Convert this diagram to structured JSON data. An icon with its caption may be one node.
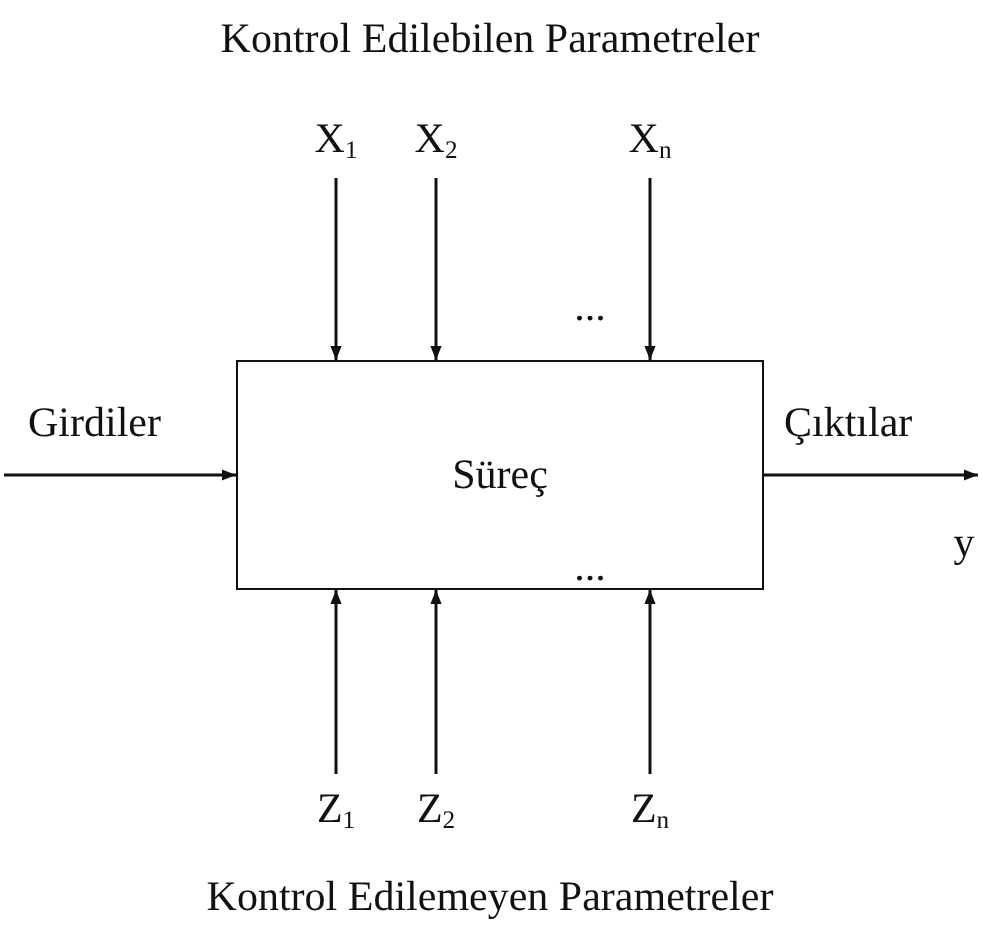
{
  "diagram": {
    "title": "Kontrol Edilebilen Parametreler",
    "caption": "Kontrol Edilemeyen Parametreler",
    "nodes": [
      {
        "text": [
          "X$_{1}$"
        ]
      },
      {
        "text": [
          "X$_{2}$"
        ]
      },
      {
        "text": [
          "X$_{n}$"
        ]
      },
      {
        "text": [
          "Süreç"
        ]
      },
      {
        "text": [
          "Z$_{1}$"
        ]
      },
      {
        "text": [
          "Z$_{2}$"
        ]
      },
      {
        "text": [
          "Z$_{n}$"
        ]
      }
    ],
    "edges": [
      {
        "from": 0,
        "to": 3,
        "arrow": "to"
      },
      {
        "from": 1,
        "to": 3,
        "arrow": "to"
      },
      {
        "from": 2,
        "to": 3,
        "arrow": "to"
      },
      {
        "from": 4,
        "to": 3,
        "arrow": "to"
      },
      {
        "from": 5,
        "to": 3,
        "arrow": "to"
      },
      {
        "from": 6,
        "to": 3,
        "arrow": "to"
      },
      {
        "from": null,
        "to": 3,
        "arrow": "to",
        "label": "Girdiler"
      },
      {
        "from": 3,
        "to": null,
        "arrow": "to",
        "label": "Çıktılar"
      }
    ],
    "labels": [
      "...",
      "...",
      "y"
    ]
  }
}
